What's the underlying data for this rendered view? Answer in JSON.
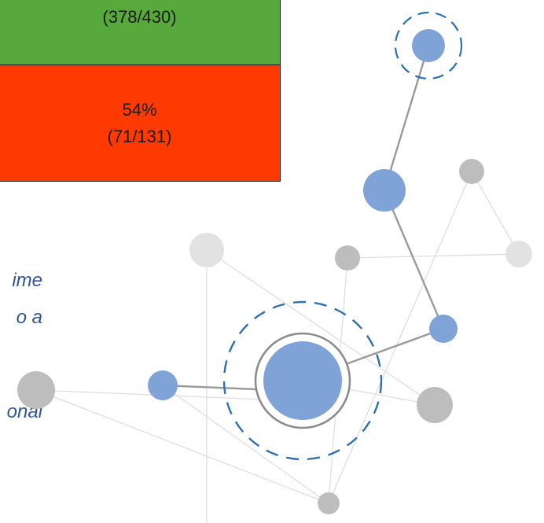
{
  "table": {
    "green_cell": {
      "line2": "(378/430)",
      "color": "#56a93a"
    },
    "red_cell": {
      "line1": "54%",
      "line2": "(71/131)",
      "color": "#ff3a00"
    }
  },
  "text_fragments": [
    "ime",
    "o a",
    "onal"
  ],
  "colors": {
    "text_blue": "#2f5597",
    "node_blue": "#7fa3d6",
    "node_gray": "#bdbdbd",
    "node_light": "#e2e2e2",
    "dash_blue": "#2e6fb3"
  },
  "decoration": {
    "icon": "network-graph-icon"
  }
}
